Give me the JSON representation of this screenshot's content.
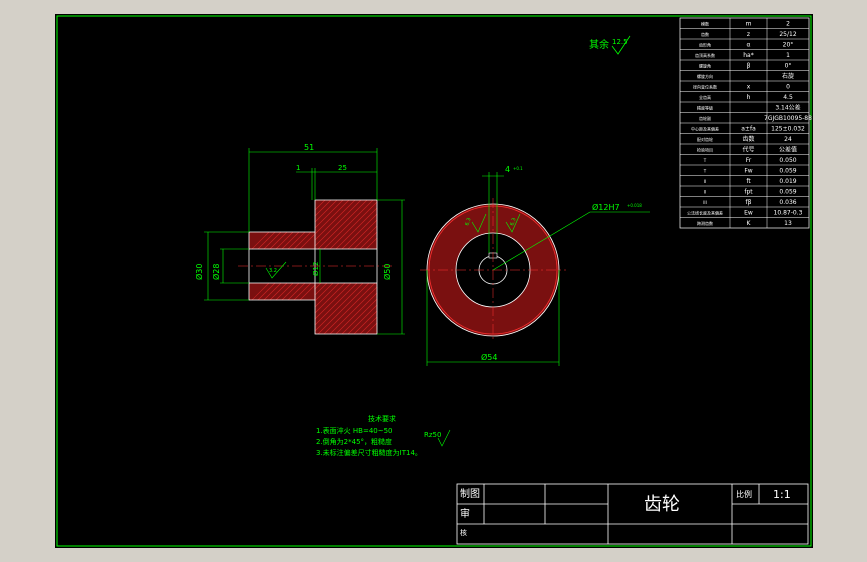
{
  "colors": {
    "paper": "#000000",
    "background": "#d4d0c8",
    "frame": "#00ff00",
    "outline": "#ffffff",
    "dimension": "#00ff00",
    "hatch": "#cc2222",
    "centerline": "#ff3030",
    "text": "#ffffff"
  },
  "roughness_note": "其余",
  "roughness_value": "12.5",
  "front_view": {
    "dim_total_length": "51",
    "dim_step": "1",
    "dim_right_length": "25",
    "dim_left_dia": "Ø30",
    "dim_bore_left": "Ø28",
    "dim_bore_small": "Ø12",
    "dim_right_dia": "Ø50",
    "roughness_inner": "3.2"
  },
  "side_view": {
    "dim_keyway": "4",
    "keyway_tol": "+0.1",
    "dim_bore": "Ø12H7",
    "bore_tol": "+0.018",
    "dim_outer": "Ø54",
    "roughness_a": "6.3",
    "roughness_b": "6.3"
  },
  "param_table": [
    [
      "模数",
      "m",
      "2"
    ],
    [
      "齿数",
      "z",
      "25/12"
    ],
    [
      "齿形角",
      "α",
      "20°"
    ],
    [
      "齿顶高系数",
      "ha*",
      "1"
    ],
    [
      "螺旋角",
      "β",
      "0°"
    ],
    [
      "螺旋方向",
      "",
      "右旋"
    ],
    [
      "径向变位系数",
      "x",
      "0"
    ],
    [
      "全齿高",
      "h",
      "4.5"
    ],
    [
      "精度等级",
      "",
      "3.14公差"
    ],
    [
      "齿轮副",
      "",
      "7GJGB10095-88"
    ],
    [
      "中心距及其偏差",
      "a±fa",
      "125±0.032"
    ],
    [
      "配对齿轮",
      "齿数",
      "24"
    ],
    [
      "检验项目",
      "代号",
      "公差值"
    ],
    [
      "T",
      "Fr",
      "0.050"
    ],
    [
      "T",
      "Fw",
      "0.059"
    ],
    [
      "II",
      "ft",
      "0.019"
    ],
    [
      "II",
      "fpt",
      "0.059"
    ],
    [
      "III",
      "fβ",
      "0.036"
    ],
    [
      "公法线长度及其偏差",
      "Ew",
      "10.87-0.3"
    ],
    [
      "跨测齿数",
      "K",
      "13"
    ]
  ],
  "tech_req": {
    "title": "技术要求",
    "lines": [
      "1.表面淬火 HB=40~50",
      "2.倒角为2*45°，粗糙度",
      "3.未标注偏差尺寸粗糙度为IT14。"
    ],
    "roughness": "Rz50"
  },
  "title_block": {
    "drawn_label": "制图",
    "check_label": "审",
    "other_label": "核",
    "part_name": "齿轮",
    "scale_label": "比例",
    "scale_value": "1:1"
  }
}
